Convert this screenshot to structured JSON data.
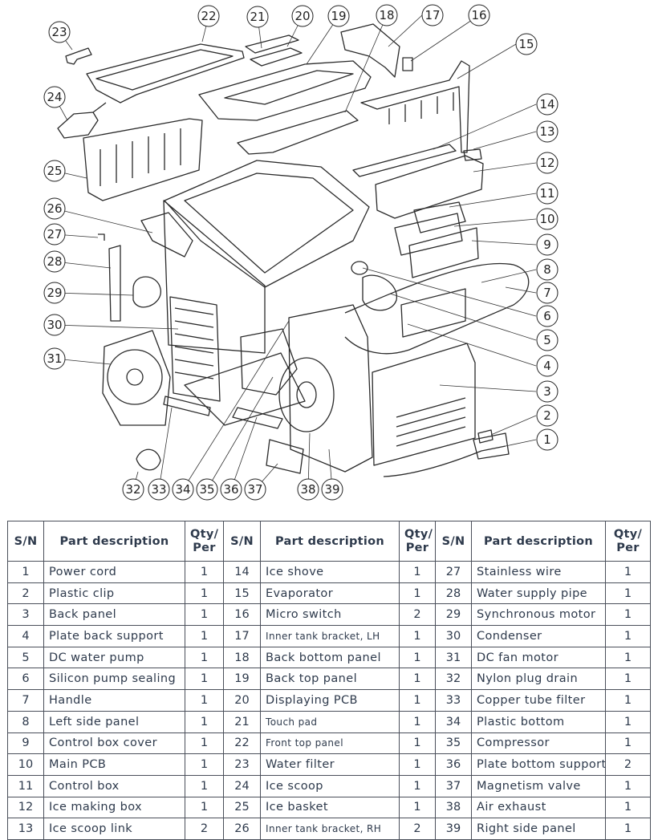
{
  "diagram": {
    "callouts": [
      "1",
      "2",
      "3",
      "4",
      "5",
      "6",
      "7",
      "8",
      "9",
      "10",
      "11",
      "12",
      "13",
      "14",
      "15",
      "16",
      "17",
      "18",
      "19",
      "20",
      "21",
      "22",
      "23",
      "24",
      "25",
      "26",
      "27",
      "28",
      "29",
      "30",
      "31",
      "32",
      "33",
      "34",
      "35",
      "36",
      "37",
      "38",
      "39"
    ]
  },
  "table": {
    "headers": {
      "sn": "S/N",
      "desc": "Part description",
      "qty_line1": "Qty/",
      "qty_line2": "Per"
    },
    "rows": [
      [
        {
          "sn": "1",
          "desc": "Power cord",
          "qty": "1"
        },
        {
          "sn": "14",
          "desc": "Ice shove",
          "qty": "1"
        },
        {
          "sn": "27",
          "desc": "Stainless wire",
          "qty": "1"
        }
      ],
      [
        {
          "sn": "2",
          "desc": "Plastic clip",
          "qty": "1"
        },
        {
          "sn": "15",
          "desc": "Evaporator",
          "qty": "1"
        },
        {
          "sn": "28",
          "desc": "Water supply pipe",
          "qty": "1"
        }
      ],
      [
        {
          "sn": "3",
          "desc": "Back panel",
          "qty": "1"
        },
        {
          "sn": "16",
          "desc": "Micro switch",
          "qty": "2"
        },
        {
          "sn": "29",
          "desc": "Synchronous motor",
          "qty": "1"
        }
      ],
      [
        {
          "sn": "4",
          "desc": "Plate back support",
          "qty": "1"
        },
        {
          "sn": "17",
          "desc": "Inner tank bracket, LH",
          "qty": "1",
          "small": true
        },
        {
          "sn": "30",
          "desc": "Condenser",
          "qty": "1"
        }
      ],
      [
        {
          "sn": "5",
          "desc": "DC water pump",
          "qty": "1"
        },
        {
          "sn": "18",
          "desc": "Back bottom panel",
          "qty": "1"
        },
        {
          "sn": "31",
          "desc": "DC fan motor",
          "qty": "1"
        }
      ],
      [
        {
          "sn": "6",
          "desc": "Silicon pump sealing",
          "qty": "1"
        },
        {
          "sn": "19",
          "desc": "Back top panel",
          "qty": "1"
        },
        {
          "sn": "32",
          "desc": "Nylon plug drain",
          "qty": "1"
        }
      ],
      [
        {
          "sn": "7",
          "desc": "Handle",
          "qty": "1"
        },
        {
          "sn": "20",
          "desc": "Displaying PCB",
          "qty": "1"
        },
        {
          "sn": "33",
          "desc": "Copper tube filter",
          "qty": "1"
        }
      ],
      [
        {
          "sn": "8",
          "desc": "Left side panel",
          "qty": "1"
        },
        {
          "sn": "21",
          "desc": "Touch pad",
          "qty": "1",
          "small": true
        },
        {
          "sn": "34",
          "desc": "Plastic bottom",
          "qty": "1"
        }
      ],
      [
        {
          "sn": "9",
          "desc": "Control box cover",
          "qty": "1"
        },
        {
          "sn": "22",
          "desc": "Front top panel",
          "qty": "1",
          "small": true
        },
        {
          "sn": "35",
          "desc": "Compressor",
          "qty": "1"
        }
      ],
      [
        {
          "sn": "10",
          "desc": "Main PCB",
          "qty": "1"
        },
        {
          "sn": "23",
          "desc": "Water filter",
          "qty": "1"
        },
        {
          "sn": "36",
          "desc": "Plate bottom support",
          "qty": "2"
        }
      ],
      [
        {
          "sn": "11",
          "desc": "Control box",
          "qty": "1"
        },
        {
          "sn": "24",
          "desc": "Ice scoop",
          "qty": "1"
        },
        {
          "sn": "37",
          "desc": "Magnetism valve",
          "qty": "1"
        }
      ],
      [
        {
          "sn": "12",
          "desc": "Ice making box",
          "qty": "1"
        },
        {
          "sn": "25",
          "desc": "Ice basket",
          "qty": "1"
        },
        {
          "sn": "38",
          "desc": "Air exhaust",
          "qty": "1"
        }
      ],
      [
        {
          "sn": "13",
          "desc": "Ice scoop link",
          "qty": "2"
        },
        {
          "sn": "26",
          "desc": "Inner tank bracket, RH",
          "qty": "2",
          "small": true
        },
        {
          "sn": "39",
          "desc": "Right side panel",
          "qty": "1"
        }
      ]
    ]
  }
}
